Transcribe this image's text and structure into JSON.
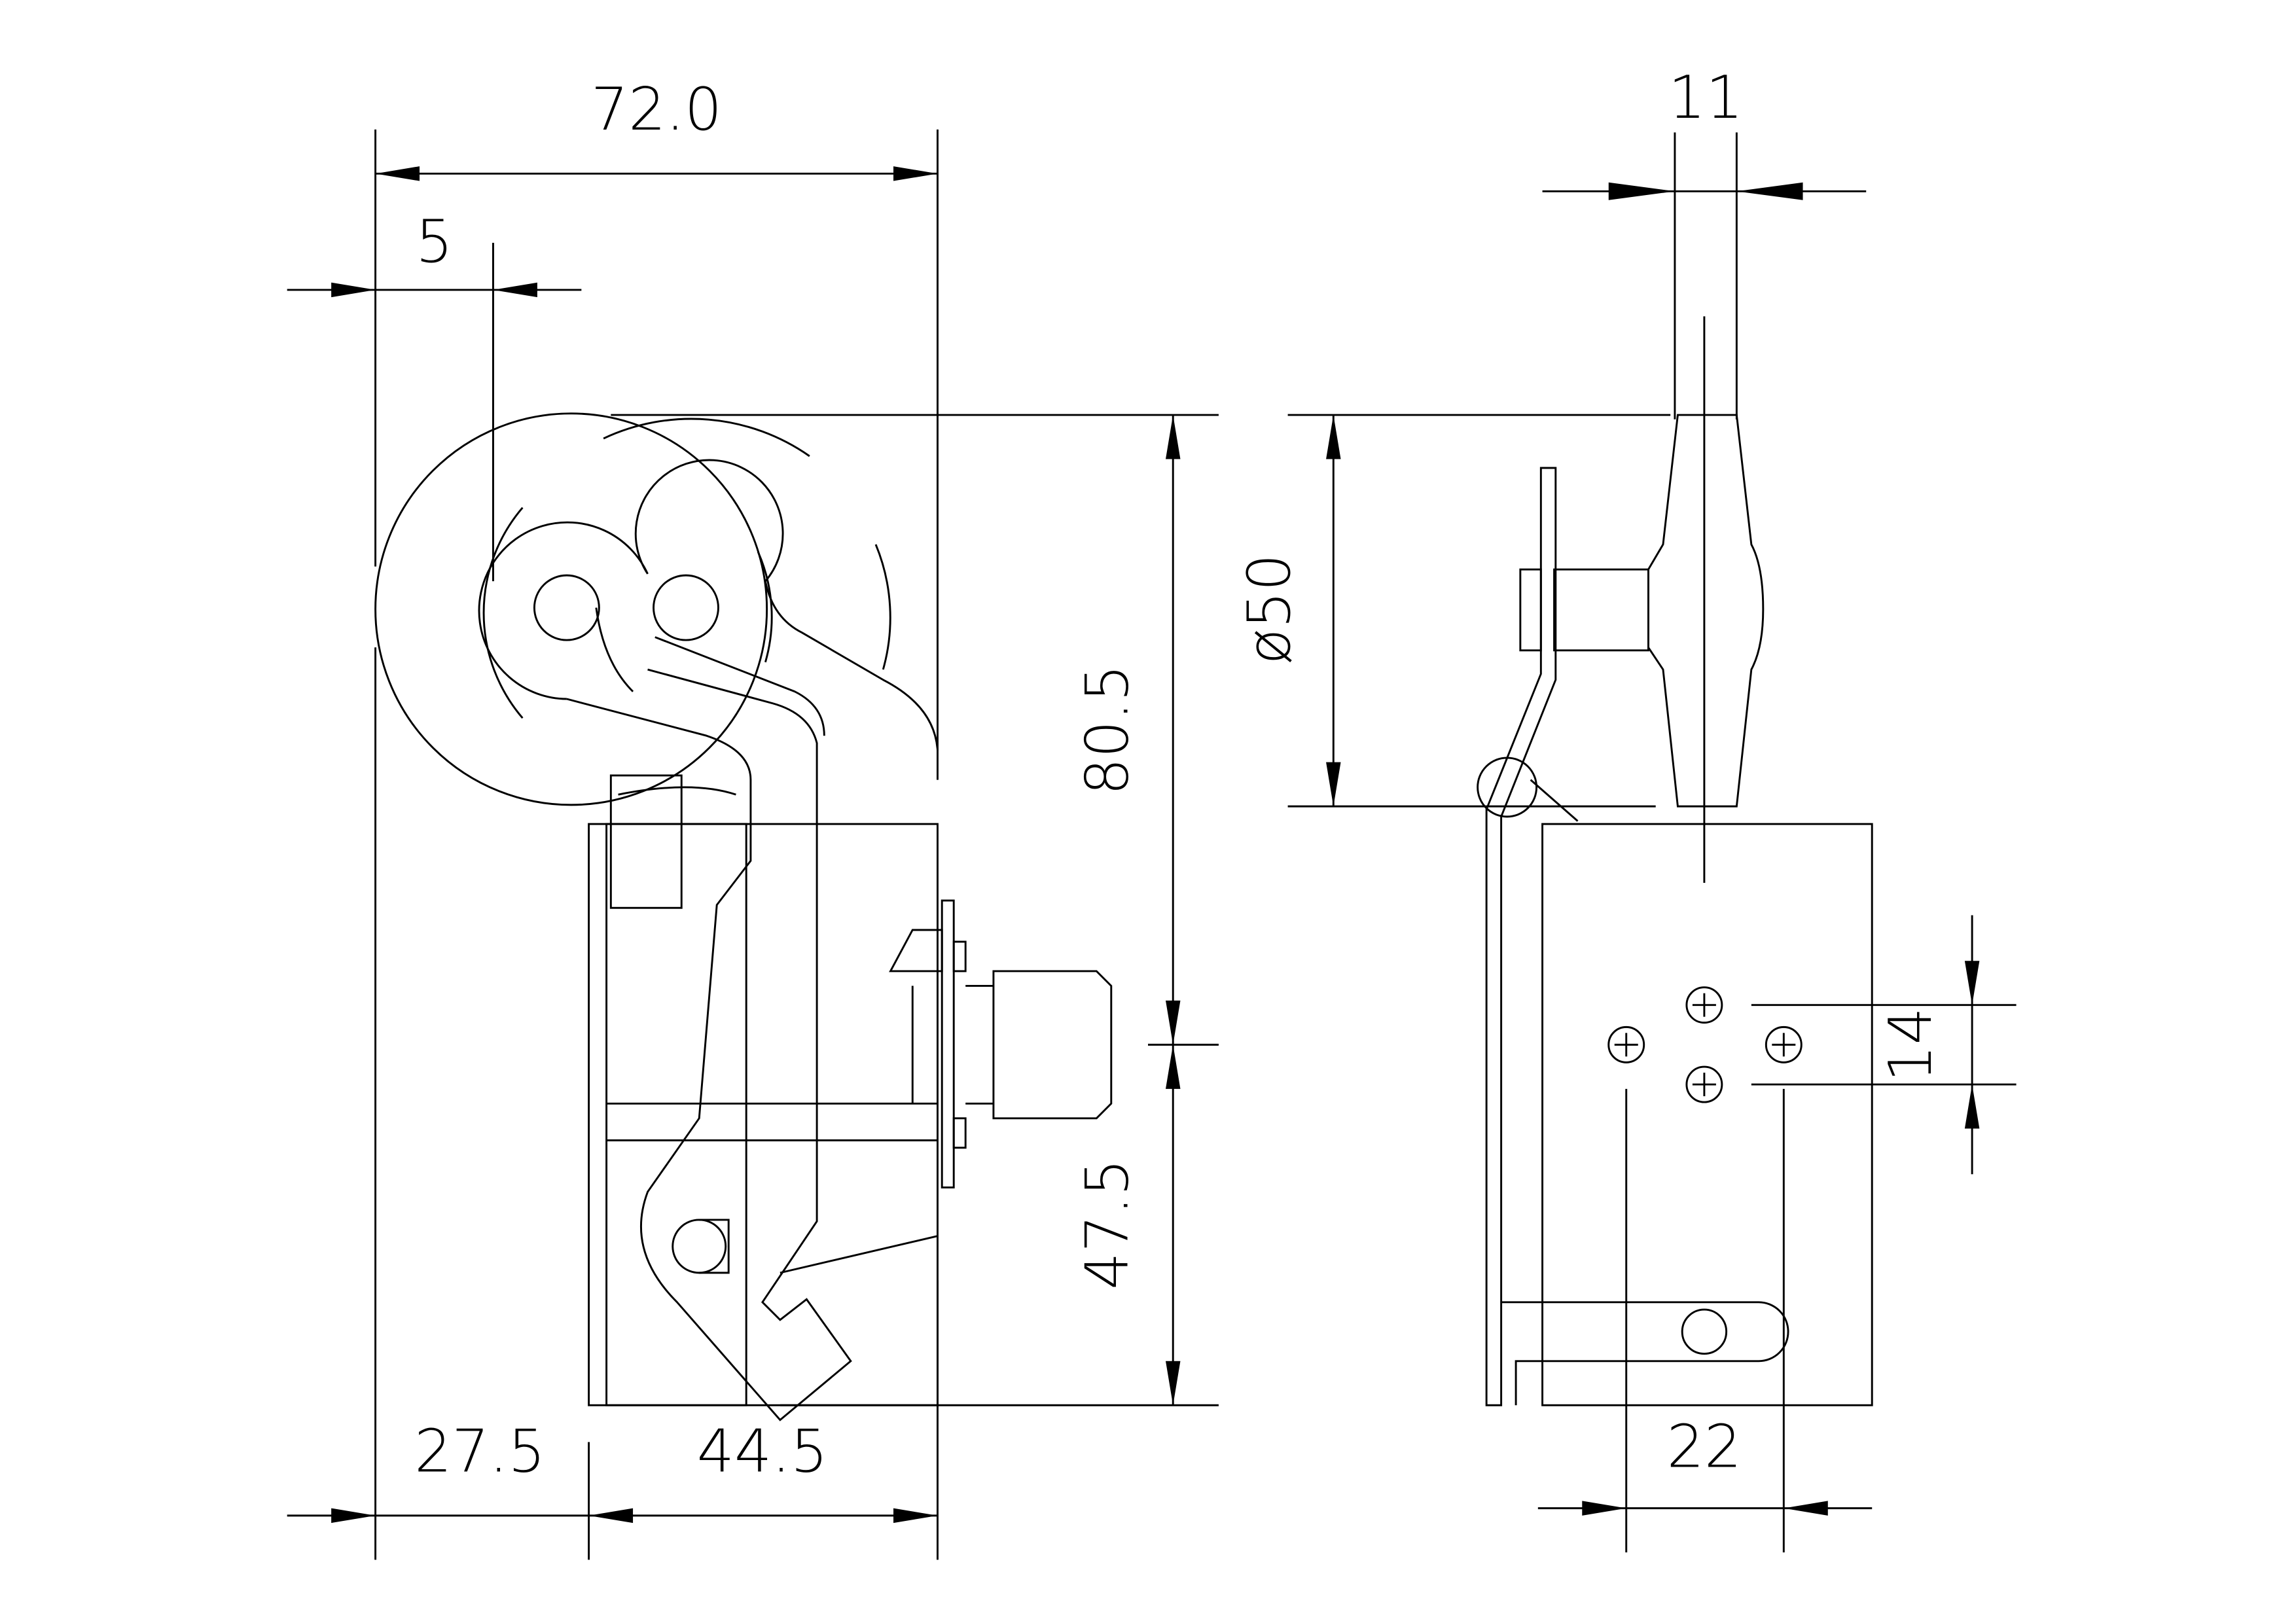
{
  "drawing": {
    "front_view": {
      "overall_width": "72.0",
      "wheel_offset": "5",
      "height_upper": "80.5",
      "height_lower": "47.5",
      "bottom_left": "27.5",
      "bottom_right": "44.5"
    },
    "side_view": {
      "wheel_width": "11",
      "wheel_diameter": "ø50",
      "hole_spacing_vertical": "14",
      "hole_spacing_horizontal": "22"
    },
    "line_color": "#000000",
    "background_color": "#ffffff"
  }
}
